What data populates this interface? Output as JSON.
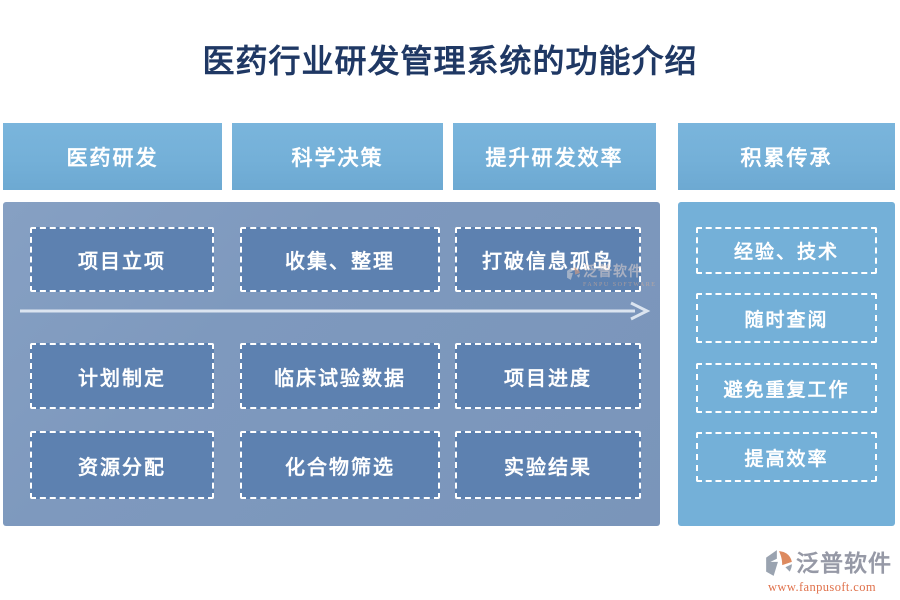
{
  "title": "医药行业研发管理系统的功能介绍",
  "header_tabs": [
    {
      "id": "pharma-rd",
      "label": "医药研发"
    },
    {
      "id": "scientific-decision",
      "label": "科学决策"
    },
    {
      "id": "improve-rd-efficiency",
      "label": "提升研发效率"
    },
    {
      "id": "accumulate-inherit",
      "label": "积累传承"
    }
  ],
  "main_panel": {
    "rows": [
      {
        "cells": [
          "项目立项",
          "收集、整理",
          "打破信息孤岛"
        ]
      },
      {
        "cells": [
          "计划制定",
          "临床试验数据",
          "项目进度"
        ]
      },
      {
        "cells": [
          "资源分配",
          "化合物筛选",
          "实验结果"
        ]
      }
    ],
    "flow_arrow_direction": "left-to-right"
  },
  "right_panel": {
    "items": [
      "经验、技术",
      "随时查阅",
      "避免重复工作",
      "提高效率"
    ]
  },
  "watermark": {
    "brand": "泛普软件",
    "subtext": "FANPU SOFTWARE"
  },
  "footer_logo": {
    "brand": "泛普软件",
    "url": "www.fanpusoft.com"
  },
  "colors": {
    "title_navy": "#1f3864",
    "header_blue": "#74b0d8",
    "panel_slate_blue": "#7e99be",
    "cell_blue": "#5d81b0",
    "dashed_border": "#ffffff",
    "arrow_light": "#dbe4f0",
    "logo_gray": "#9699a6",
    "logo_orange": "#e0714b"
  }
}
